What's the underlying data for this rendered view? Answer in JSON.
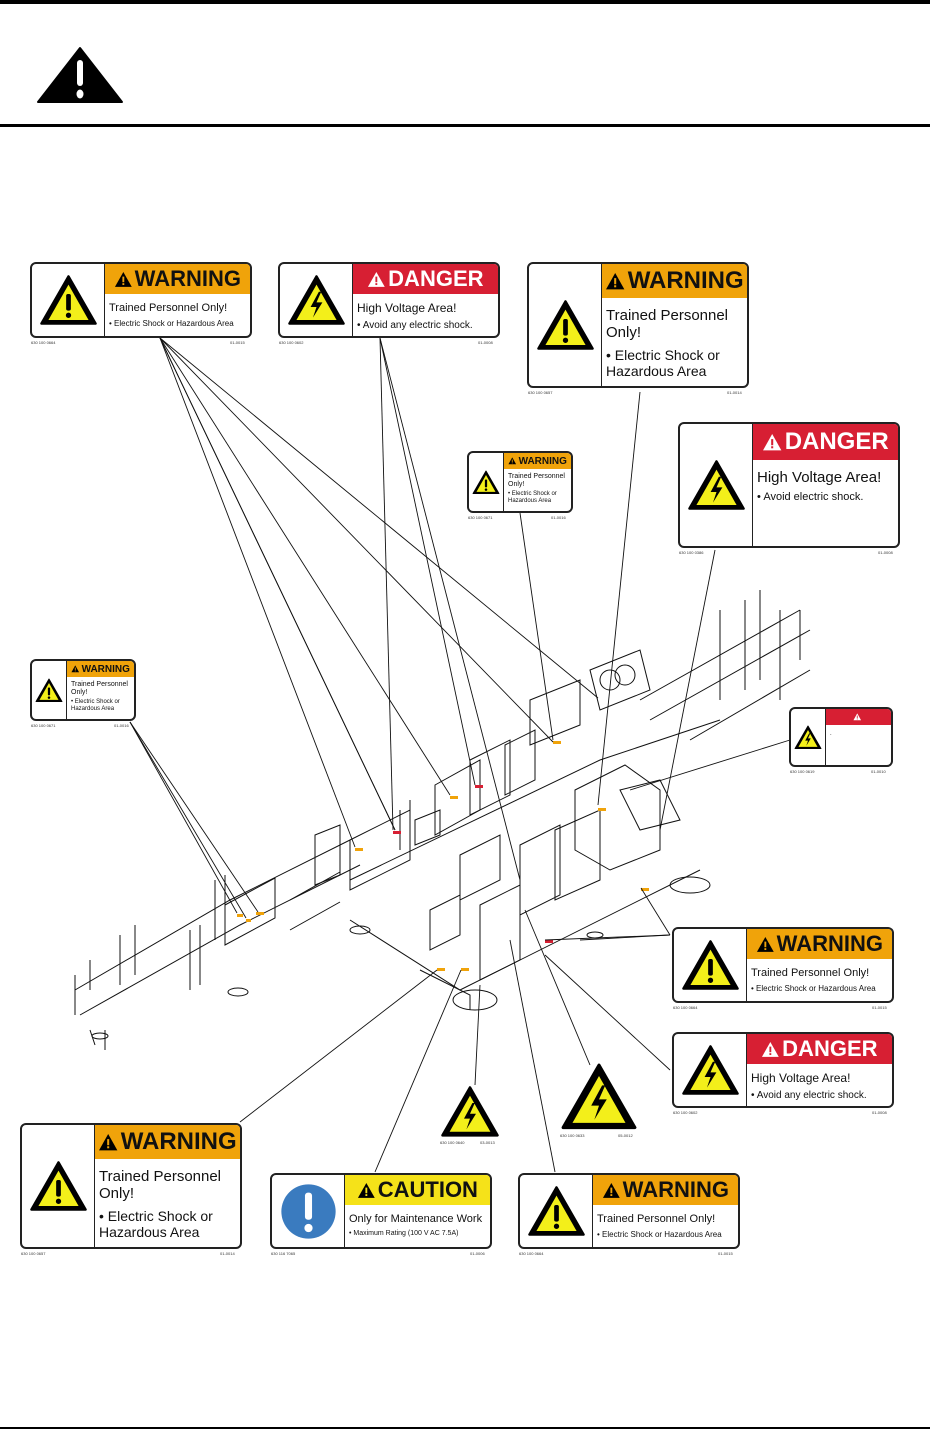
{
  "page": {
    "header_icon": "warning-triangle-icon",
    "colors": {
      "warning": "#f0a30a",
      "danger": "#d71f33",
      "caution": "#f5e219",
      "info_blue": "#3a7bbf",
      "symbol_yellow": "#f3ef1a"
    }
  },
  "labels": [
    {
      "id": "l1",
      "signal": "WARNING",
      "icon": "general-warning-icon",
      "message": "Trained Personnel Only!",
      "bullet": "Electric Shock or Hazardous Area",
      "part_no": "630 100 0664",
      "rev": "01-0015"
    },
    {
      "id": "l2",
      "signal": "DANGER",
      "icon": "high-voltage-icon",
      "message": "High Voltage Area!",
      "bullet": "Avoid any electric shock.",
      "part_no": "630 100 0602",
      "rev": "01-0008"
    },
    {
      "id": "l3",
      "signal": "WARNING",
      "icon": "general-warning-icon",
      "message": "Trained Personnel Only!",
      "bullet": "Electric Shock or Hazardous Area",
      "part_no": "630 100 0657",
      "rev": "01-0014"
    },
    {
      "id": "l4",
      "signal": "WARNING",
      "icon": "general-warning-icon",
      "message": "Trained Personnel Only!",
      "bullet": "Electric Shock or Hazardous Area",
      "part_no": "630 100 0671",
      "rev": "01-0016"
    },
    {
      "id": "l5",
      "signal": "DANGER",
      "icon": "high-voltage-icon",
      "message": "High Voltage Area!",
      "bullet": "Avoid electric shock.",
      "part_no": "630 100 0386",
      "rev": "01-0008"
    },
    {
      "id": "l6",
      "signal": "WARNING",
      "icon": "general-warning-icon",
      "message": "Trained Personnel Only!",
      "bullet": "Electric Shock or Hazardous Area",
      "part_no": "630 100 0671",
      "rev": "01-0016"
    },
    {
      "id": "l7",
      "signal": "",
      "icon": "high-voltage-icon",
      "message": "",
      "bullet": "",
      "part_no": "630 100 0619",
      "rev": "01-0010"
    },
    {
      "id": "l8",
      "signal": "WARNING",
      "icon": "general-warning-icon",
      "message": "Trained Personnel Only!",
      "bullet": "Electric Shock or Hazardous Area",
      "part_no": "630 100 0664",
      "rev": "01-0015"
    },
    {
      "id": "l9",
      "signal": "DANGER",
      "icon": "high-voltage-icon",
      "message": "High Voltage Area!",
      "bullet": "Avoid any electric shock.",
      "part_no": "630 100 0602",
      "rev": "01-0008"
    },
    {
      "id": "l10",
      "signal": "WARNING",
      "icon": "general-warning-icon",
      "message": "Trained Personnel Only!",
      "bullet": "Electric Shock or Hazardous Area",
      "part_no": "630 100 0657",
      "rev": "01-0014"
    },
    {
      "id": "l11",
      "signal": "CAUTION",
      "icon": "mandatory-action-icon",
      "message": "Only for Maintenance Work",
      "bullet": "Maximum Rating (100 V AC   7.5A)",
      "part_no": "630 116 7065",
      "rev": "01-0006"
    },
    {
      "id": "l12",
      "signal": "WARNING",
      "icon": "general-warning-icon",
      "message": "Trained Personnel Only!",
      "bullet": "Electric Shock or Hazardous Area",
      "part_no": "630 100 0664",
      "rev": "01-0015"
    }
  ],
  "symbols": [
    {
      "id": "s1",
      "icon": "high-voltage-icon",
      "part_no": "630 100 0640",
      "rev": "03-0013"
    },
    {
      "id": "s2",
      "icon": "high-voltage-icon",
      "part_no": "630 100 0633",
      "rev": "05-0012"
    }
  ]
}
